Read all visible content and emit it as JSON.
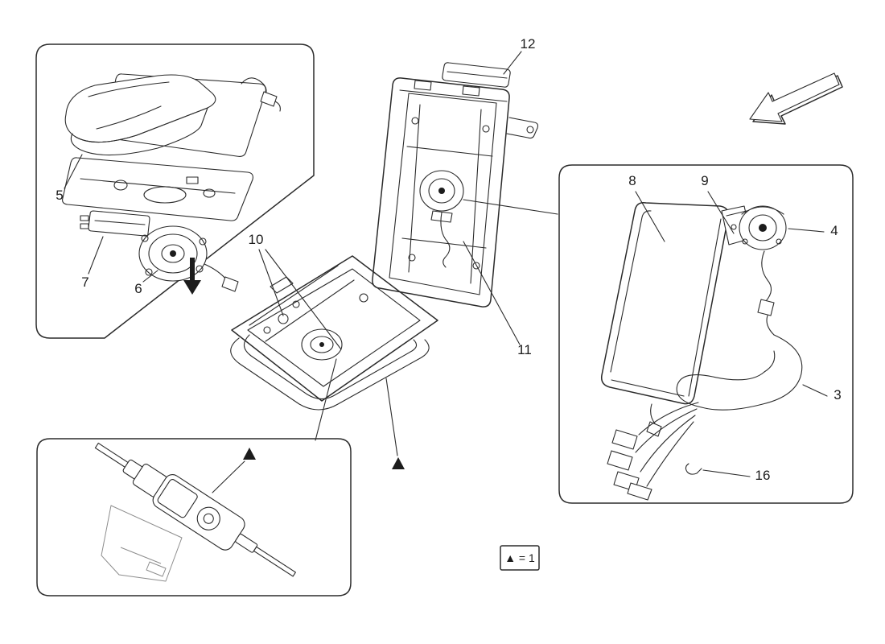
{
  "diagram": {
    "callouts": {
      "3": "3",
      "4": "4",
      "5": "5",
      "6": "6",
      "7": "7",
      "8": "8",
      "9": "9",
      "10": "10",
      "11": "11",
      "12": "12",
      "16": "16"
    },
    "legend": {
      "text": "▲ = 1"
    },
    "icons": {
      "direction_arrow": "outline-arrow-down-left",
      "assembly_marker": "filled-triangle"
    },
    "colors": {
      "line": "#2b2b2b",
      "background": "#ffffff"
    }
  }
}
